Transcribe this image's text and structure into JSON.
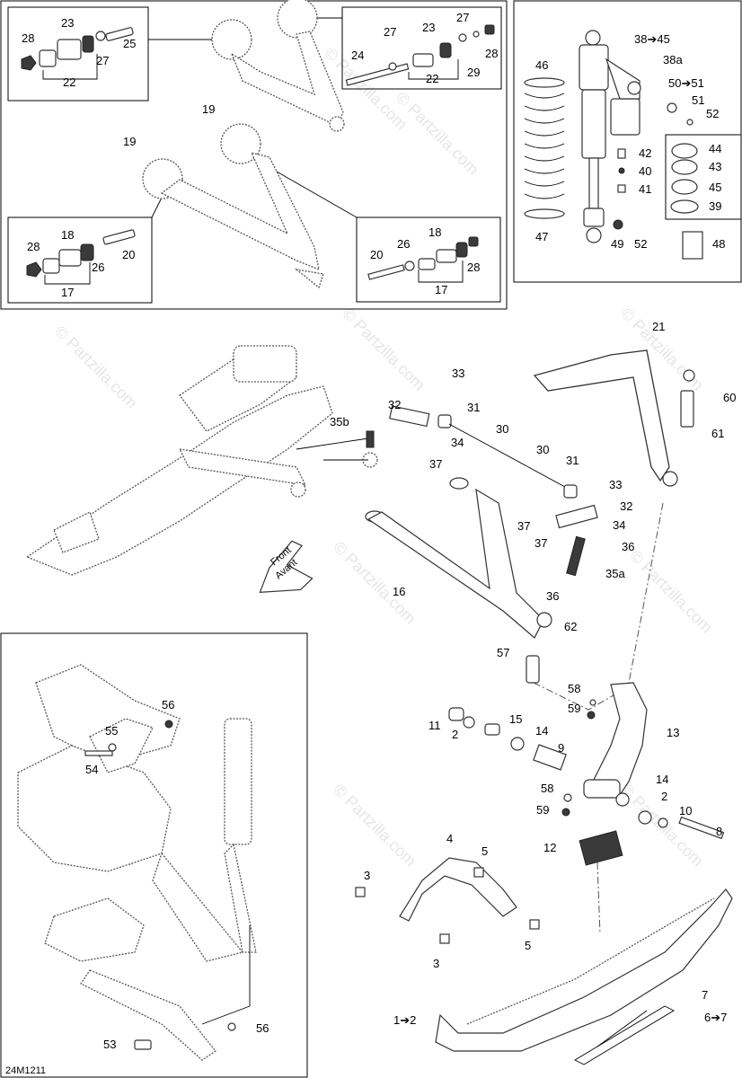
{
  "doc_code": "24M1211",
  "watermark": "© Partzilla.com",
  "front_arrow": {
    "line1": "Front",
    "line2": "Avant"
  },
  "parts": {
    "p28a": "28",
    "p23a": "23",
    "p25": "25",
    "p27a": "27",
    "p22a": "22",
    "p27b": "27",
    "p23b": "23",
    "p27c": "27",
    "p24": "24",
    "p28b": "28",
    "p29": "29",
    "p22b": "22",
    "p19a": "19",
    "p19b": "19",
    "p18a": "18",
    "p28c": "28",
    "p20a": "20",
    "p26a": "26",
    "p17a": "17",
    "p18b": "18",
    "p26b": "26",
    "p20b": "20",
    "p28d": "28",
    "p17b": "17",
    "p38_45": "38➔45",
    "p38a": "38a",
    "p46": "46",
    "p50_51": "50➔51",
    "p51": "51",
    "p52a": "52",
    "p44": "44",
    "p43": "43",
    "p42": "42",
    "p40": "40",
    "p45": "45",
    "p41": "41",
    "p39": "39",
    "p47": "47",
    "p49": "49",
    "p52b": "52",
    "p48": "48",
    "p33a": "33",
    "p32a": "32",
    "p31a": "31",
    "p35b": "35b",
    "p30a": "30",
    "p34a": "34",
    "p37a": "37",
    "p30b": "30",
    "p21": "21",
    "p60": "60",
    "p61": "61",
    "p31b": "31",
    "p33b": "33",
    "p32b": "32",
    "p37b": "37",
    "p34b": "34",
    "p37c": "37",
    "p36a": "36",
    "p35a": "35a",
    "p16": "16",
    "p36b": "36",
    "p62": "62",
    "p57": "57",
    "p58a": "58",
    "p59a": "59",
    "p13": "13",
    "p11": "11",
    "p15": "15",
    "p2a": "2",
    "p14a": "14",
    "p9": "9",
    "p58b": "58",
    "p59b": "59",
    "p14b": "14",
    "p2b": "2",
    "p10": "10",
    "p8": "8",
    "p4": "4",
    "p5a": "5",
    "p3a": "3",
    "p12": "12",
    "p5b": "5",
    "p3b": "3",
    "p56a": "56",
    "p55": "55",
    "p54": "54",
    "p53": "53",
    "p56b": "56",
    "p7": "7",
    "p6_7": "6➔7",
    "p1_2": "1➔2"
  }
}
